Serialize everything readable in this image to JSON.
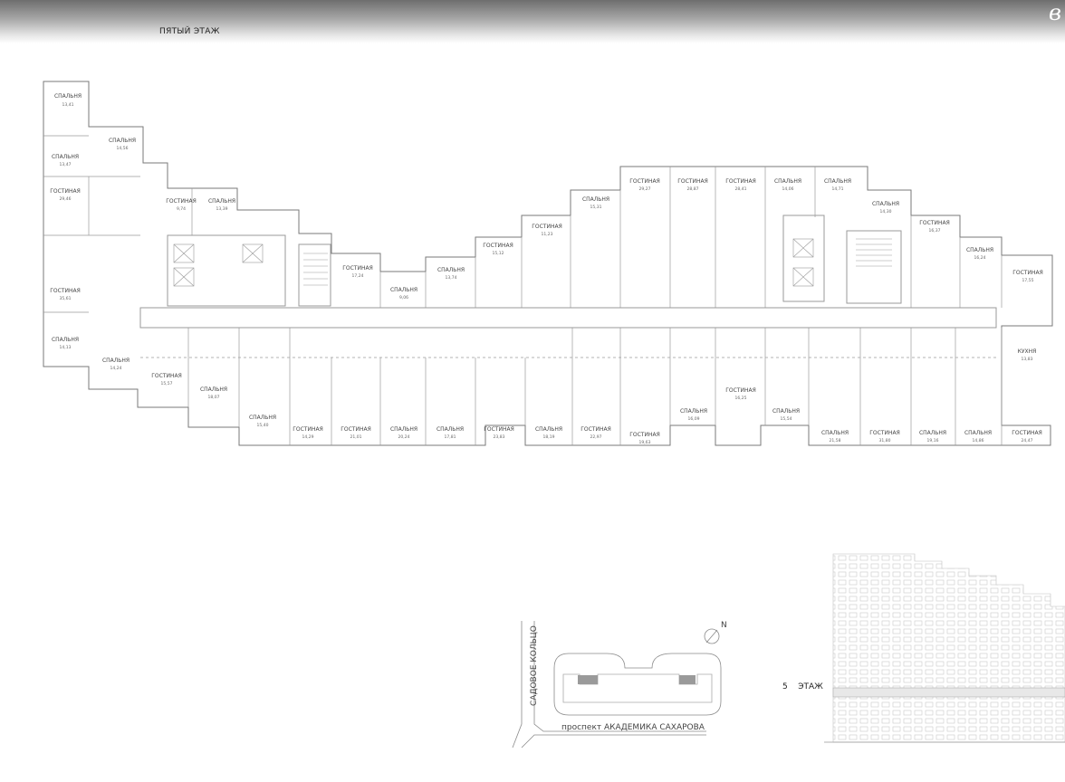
{
  "header": {
    "logo_glyph": "в"
  },
  "title": "ПЯТЫЙ ЭТАЖ",
  "rooms_top": [
    {
      "name": "СПАЛЬНЯ",
      "area": "13,41"
    },
    {
      "name": "СПАЛЬНЯ",
      "area": "13,47"
    },
    {
      "name": "СПАЛЬНЯ",
      "area": "14,56"
    },
    {
      "name": "ГОСТИНАЯ",
      "area": "29,46"
    },
    {
      "name": "ГОСТИНАЯ",
      "area": "9,74"
    },
    {
      "name": "СПАЛЬНЯ",
      "area": "13,39"
    },
    {
      "name": "ГОСТИНАЯ",
      "area": "17,24"
    },
    {
      "name": "СПАЛЬНЯ",
      "area": "9,06"
    },
    {
      "name": "СПАЛЬНЯ",
      "area": "13,74"
    },
    {
      "name": "ГОСТИНАЯ",
      "area": "15,12"
    },
    {
      "name": "ГОСТИНАЯ",
      "area": "11,23"
    },
    {
      "name": "СПАЛЬНЯ",
      "area": "15,31"
    },
    {
      "name": "ГОСТИНАЯ",
      "area": "29,27"
    },
    {
      "name": "ГОСТИНАЯ",
      "area": "28,87"
    },
    {
      "name": "ГОСТИНАЯ",
      "area": "28,41"
    },
    {
      "name": "СПАЛЬНЯ",
      "area": "14,06"
    },
    {
      "name": "СПАЛЬНЯ",
      "area": "14,71"
    },
    {
      "name": "СПАЛЬНЯ",
      "area": "14,30"
    },
    {
      "name": "ГОСТИНАЯ",
      "area": "16,37"
    },
    {
      "name": "СПАЛЬНЯ",
      "area": "16,24"
    },
    {
      "name": "ГОСТИНАЯ",
      "area": "17,55"
    }
  ],
  "rooms_bottom": [
    {
      "name": "ГОСТИНАЯ",
      "area": "35,61"
    },
    {
      "name": "СПАЛЬНЯ",
      "area": "14,13"
    },
    {
      "name": "СПАЛЬНЯ",
      "area": "14,24"
    },
    {
      "name": "ГОСТИНАЯ",
      "area": "15,57"
    },
    {
      "name": "СПАЛЬНЯ",
      "area": "18,07"
    },
    {
      "name": "СПАЛЬНЯ",
      "area": "15,40"
    },
    {
      "name": "ГОСТИНАЯ",
      "area": "14,29"
    },
    {
      "name": "ГОСТИНАЯ",
      "area": "21,01"
    },
    {
      "name": "СПАЛЬНЯ",
      "area": "20,24"
    },
    {
      "name": "СПАЛЬНЯ",
      "area": "17,81"
    },
    {
      "name": "ГОСТИНАЯ",
      "area": "23,83"
    },
    {
      "name": "СПАЛЬНЯ",
      "area": "18,19"
    },
    {
      "name": "ГОСТИНАЯ",
      "area": "22,97"
    },
    {
      "name": "ГОСТИНАЯ",
      "area": "19,63"
    },
    {
      "name": "СПАЛЬНЯ",
      "area": "16,09"
    },
    {
      "name": "ГОСТИНАЯ",
      "area": "16,25"
    },
    {
      "name": "СПАЛЬНЯ",
      "area": "15,54"
    },
    {
      "name": "СПАЛЬНЯ",
      "area": "21,58"
    },
    {
      "name": "ГОСТИНАЯ",
      "area": "31,80"
    },
    {
      "name": "СПАЛЬНЯ",
      "area": "19,16"
    },
    {
      "name": "СПАЛЬНЯ",
      "area": "14,86"
    },
    {
      "name": "ГОСТИНАЯ",
      "area": "24,47"
    },
    {
      "name": "КУХНЯ",
      "area": "13,83"
    }
  ],
  "site_plan": {
    "street_vertical": "САДОВОЕ КОЛЬЦО",
    "street_horizontal": "проспект АКАДЕМИКА САХАРОВА",
    "north_label": "N"
  },
  "elevation": {
    "floor_number": "5",
    "floor_word": "ЭТАЖ"
  }
}
